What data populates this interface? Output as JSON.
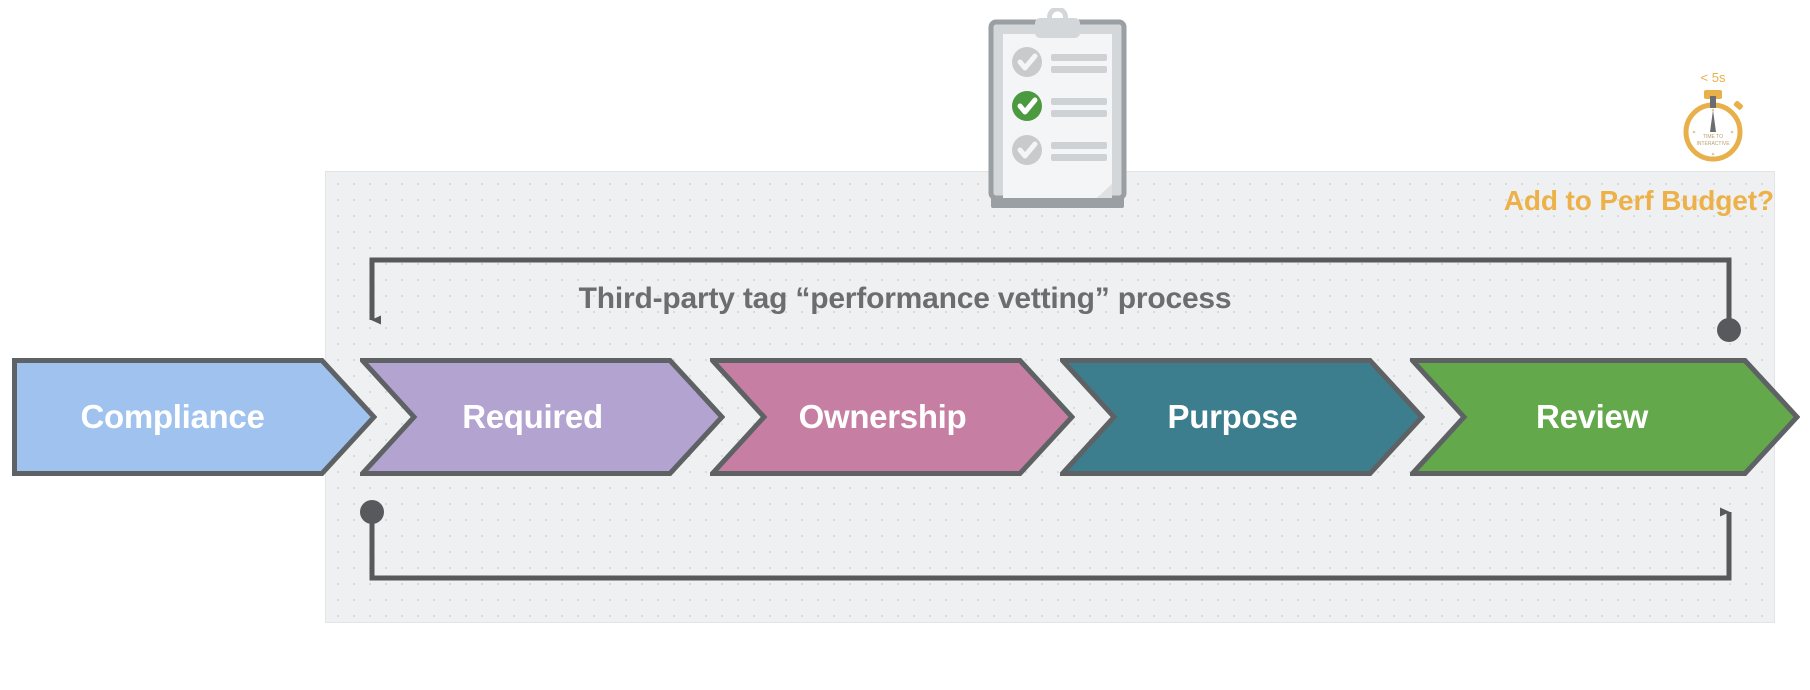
{
  "panel": {
    "name": "process-panel",
    "background_color": "#eff0f1",
    "dot_color": "#d9dbdd"
  },
  "title": {
    "text": "Third-party tag “performance vetting” process",
    "color": "#6b6d70"
  },
  "perf_budget": {
    "label": "Add to Perf Budget?",
    "color": "#edb14a"
  },
  "stopwatch": {
    "top_label": "< 5s",
    "face_line1": "TIME TO",
    "face_line2": "INTERACTIVE",
    "color": "#e8b04a"
  },
  "clipboard": {
    "checks": [
      "gray",
      "green",
      "gray"
    ],
    "green_color": "#4c9a3f",
    "gray_color": "#c8cacb"
  },
  "flow": {
    "steps": [
      {
        "label": "Compliance",
        "color": "#9fc2ef",
        "border": "#5e6265"
      },
      {
        "label": "Required",
        "color": "#b3a3d1",
        "border": "#5e6265"
      },
      {
        "label": "Ownership",
        "color": "#c67fa3",
        "border": "#5e6265"
      },
      {
        "label": "Purpose",
        "color": "#3c7e8e",
        "border": "#5e6265"
      },
      {
        "label": "Review",
        "color": "#63a94b",
        "border": "#5e6265"
      }
    ]
  },
  "loops": {
    "stroke_color": "#57595c",
    "top": {
      "start": "dot",
      "end": "arrow-down"
    },
    "bottom": {
      "start": "dot",
      "end": "arrow-up"
    }
  },
  "chart_data": {
    "type": "diagram",
    "title": "Third-party tag “performance vetting” process",
    "layout": "horizontal chevron process flow with feedback loops",
    "stages": [
      "Compliance",
      "Required",
      "Ownership",
      "Purpose",
      "Review"
    ],
    "annotations": [
      "Add to Perf Budget?",
      "< 5s",
      "TIME TO INTERACTIVE"
    ],
    "loops": [
      "Review (right) → back to Compliance/Required (left), above the flow",
      "Required (left) → forward to Review (right), below the flow"
    ]
  }
}
